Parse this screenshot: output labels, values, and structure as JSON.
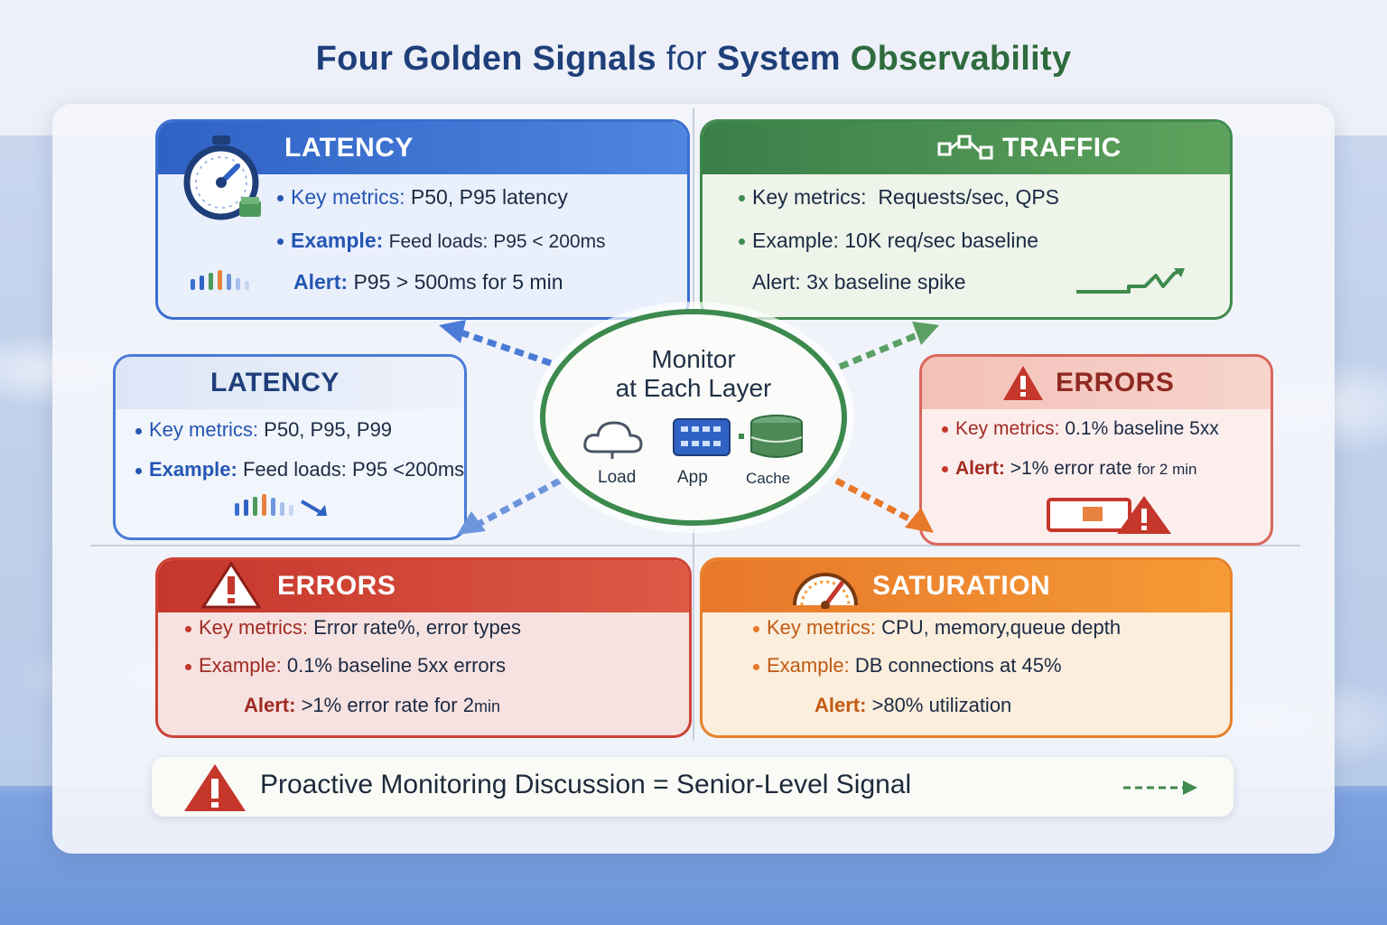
{
  "title": {
    "part1": "Four Golden Signals",
    "part2": "for",
    "part3": "System",
    "part4": "Observability"
  },
  "colors": {
    "latency": "#3a6fd0",
    "traffic": "#3f8a4d",
    "errors": "#cd4337",
    "saturation": "#e8822a",
    "title_blue": "#1f3f7a",
    "title_green": "#2e6b3e"
  },
  "latency_top": {
    "title": "LATENCY",
    "icon": "stopwatch-icon",
    "items": [
      {
        "key": "Key metrics:",
        "value": "P50, P95 latency"
      },
      {
        "key": "Example:",
        "value": "Feed loads: P95 < 200ms"
      },
      {
        "key": "Alert:",
        "value": "P95 > 500ms for 5 min"
      }
    ]
  },
  "traffic": {
    "title": "TRAFFIC",
    "icon": "network-icon",
    "items": [
      {
        "key": "Key metrics:",
        "value": "Requests/sec, QPS"
      },
      {
        "key": "Example:",
        "value": "10K req/sec baseline"
      },
      {
        "key": "Alert:",
        "value": "3x baseline spike"
      }
    ]
  },
  "latency_mid": {
    "title": "LATENCY",
    "items": [
      {
        "key": "Key metrics:",
        "value": "P50, P95, P99"
      },
      {
        "key": "Example:",
        "value": "Feed loads: P95 <200ms"
      }
    ]
  },
  "errors_mid": {
    "title": "ERRORS",
    "icon": "warning-icon",
    "items": [
      {
        "key": "Key metrics:",
        "value": "0.1% baseline 5xx"
      },
      {
        "key": "Alert:",
        "value": ">1% error rate",
        "suffix": "for 2 min"
      }
    ]
  },
  "errors_bottom": {
    "title": "ERRORS",
    "icon": "warning-icon",
    "items": [
      {
        "key": "Key metrics:",
        "value": "Error rate%, error types"
      },
      {
        "key": "Example:",
        "value": "0.1% baseline 5xx errors"
      },
      {
        "key": "Alert:",
        "value": ">1% error rate for 2",
        "suffix": "min"
      }
    ]
  },
  "saturation": {
    "title": "SATURATION",
    "icon": "gauge-icon",
    "items": [
      {
        "key": "Key metrics:",
        "value": "CPU, memory,queue depth"
      },
      {
        "key": "Example:",
        "value": "DB connections at 45%"
      },
      {
        "key": "Alert:",
        "value": ">80% utilization"
      }
    ]
  },
  "hub": {
    "line1": "Monitor",
    "line2": "at Each Layer",
    "layers": [
      "Load",
      "App",
      "Cache"
    ]
  },
  "footer": {
    "text": "Proactive Monitoring Discussion = Senior-Level Signal",
    "icon": "warning-icon"
  }
}
